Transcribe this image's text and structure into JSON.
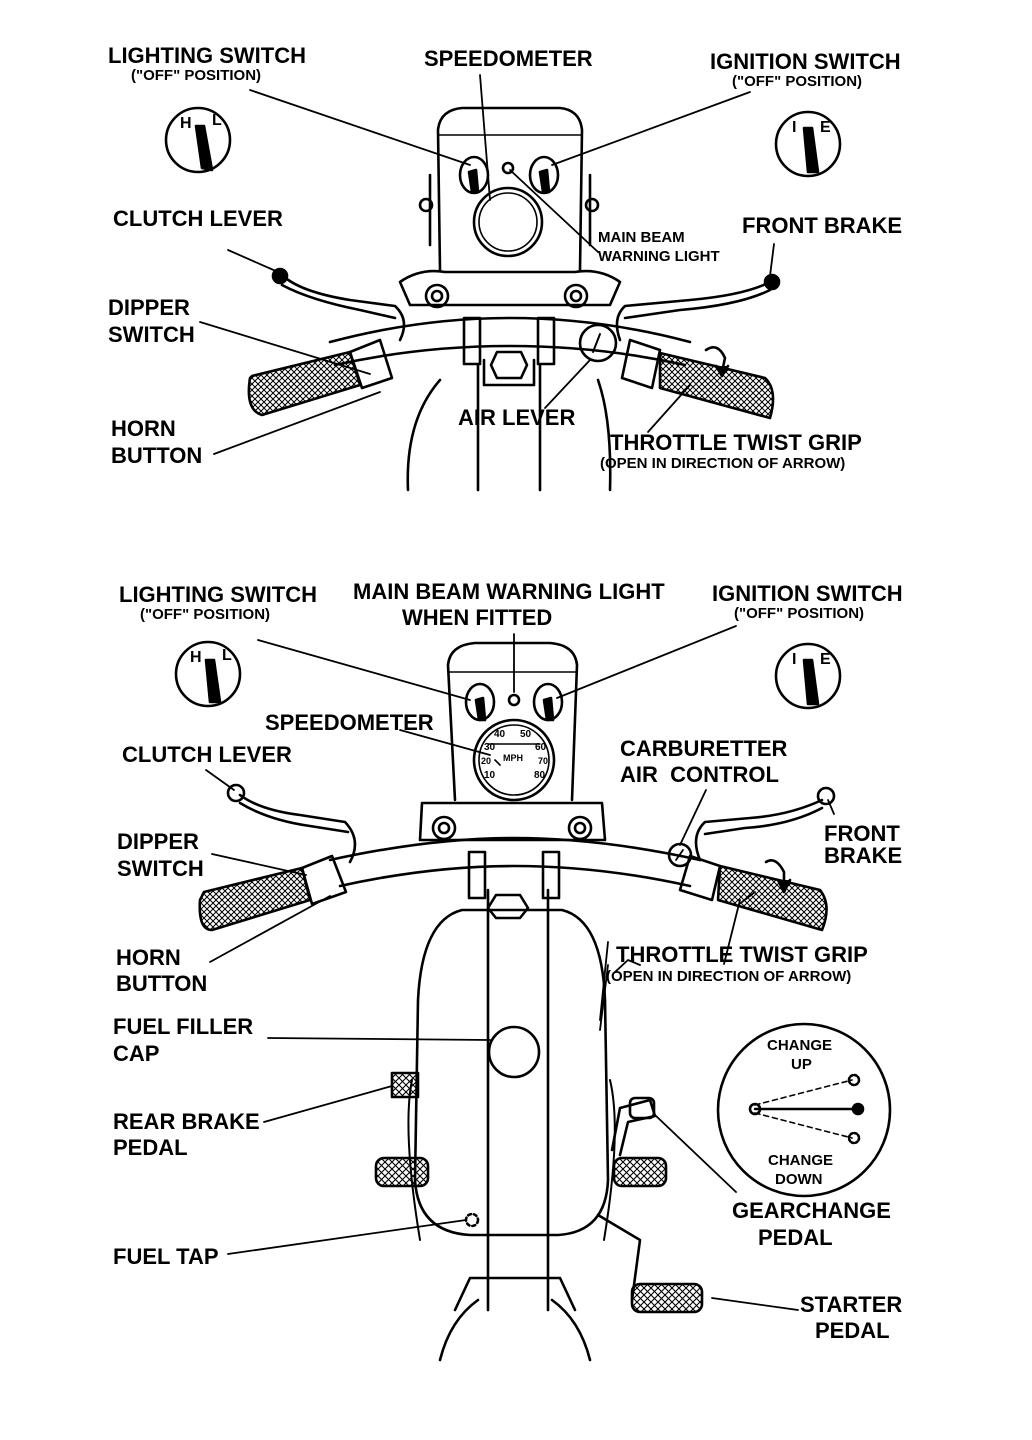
{
  "diagrams": [
    {
      "labels": {
        "lighting_switch": "LIGHTING SWITCH",
        "lighting_switch_note": "(\"OFF\" POSITION)",
        "speedometer": "SPEEDOMETER",
        "ignition_switch": "IGNITION SWITCH",
        "ignition_switch_note": "(\"OFF\" POSITION)",
        "clutch_lever": "CLUTCH LEVER",
        "front_brake": "FRONT BRAKE",
        "main_beam_1": "MAIN BEAM",
        "main_beam_2": "WARNING LIGHT",
        "dipper_1": "DIPPER",
        "dipper_2": "SWITCH",
        "horn_1": "HORN",
        "horn_2": "BUTTON",
        "air_lever": "AIR LEVER",
        "throttle": "THROTTLE TWIST GRIP",
        "throttle_note": "(OPEN IN DIRECTION OF ARROW)"
      },
      "switch_letters": {
        "left": [
          "H",
          "L"
        ],
        "right": [
          "I",
          "E"
        ]
      }
    },
    {
      "labels": {
        "lighting_switch": "LIGHTING SWITCH",
        "lighting_switch_note": "(\"OFF\" POSITION)",
        "main_beam_1": "MAIN BEAM WARNING LIGHT",
        "main_beam_2": "WHEN FITTED",
        "ignition_switch": "IGNITION SWITCH",
        "ignition_switch_note": "(\"OFF\" POSITION)",
        "speedometer": "SPEEDOMETER",
        "clutch_lever": "CLUTCH LEVER",
        "carb_1": "CARBURETTER",
        "carb_2": "AIR  CONTROL",
        "dipper_1": "DIPPER",
        "dipper_2": "SWITCH",
        "front_brake_1": "FRONT",
        "front_brake_2": "BRAKE",
        "horn_1": "HORN",
        "horn_2": "BUTTON",
        "throttle": "THROTTLE TWIST GRIP",
        "throttle_note": "(OPEN IN DIRECTION OF ARROW)",
        "fuel_filler_1": "FUEL FILLER",
        "fuel_filler_2": "CAP",
        "rear_brake_1": "REAR BRAKE",
        "rear_brake_2": "PEDAL",
        "fuel_tap": "FUEL TAP",
        "gearchange_1": "GEARCHANGE",
        "gearchange_2": "PEDAL",
        "starter_1": "STARTER",
        "starter_2": "PEDAL",
        "change_up_1": "CHANGE",
        "change_up_2": "UP",
        "change_down_1": "CHANGE",
        "change_down_2": "DOWN"
      },
      "switch_letters": {
        "left": [
          "H",
          "L"
        ],
        "right": [
          "I",
          "E"
        ]
      },
      "speedo_dial": {
        "ticks": [
          "40",
          "50",
          "30",
          "60",
          "20",
          "70",
          "10",
          "80"
        ],
        "unit": "MPH"
      }
    }
  ]
}
